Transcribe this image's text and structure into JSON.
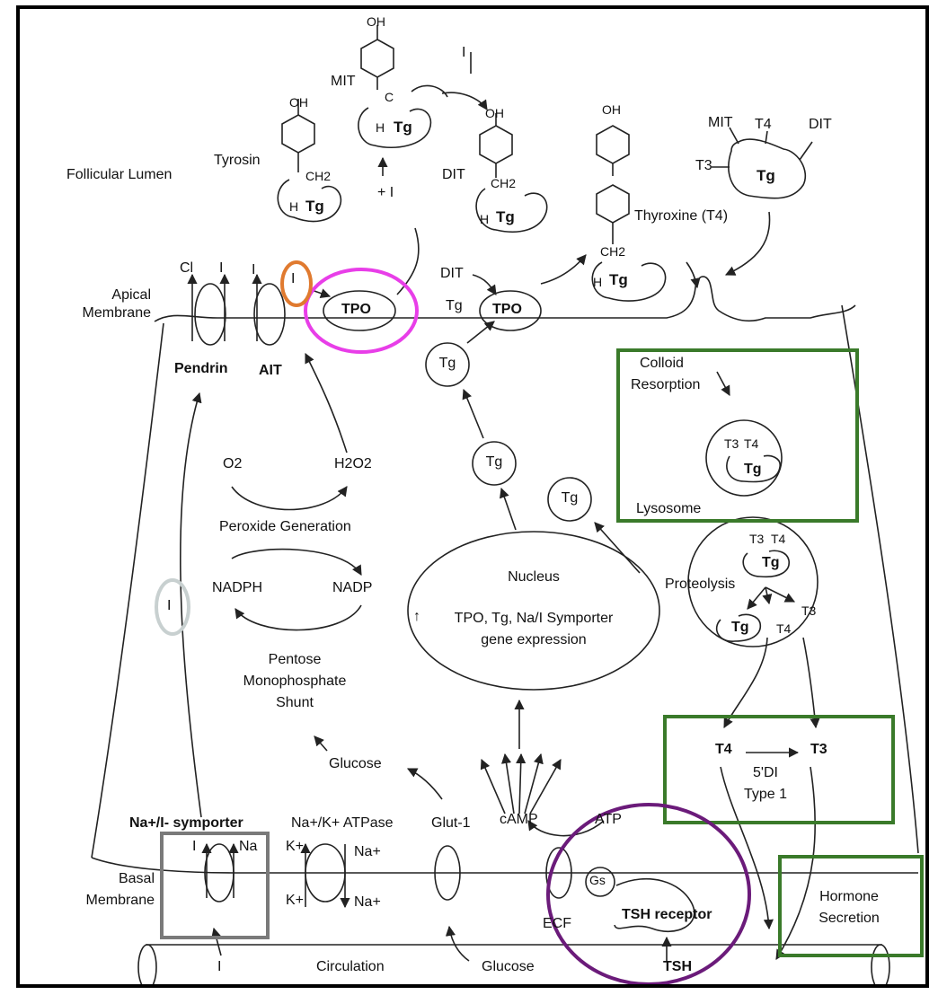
{
  "lumen": {
    "title": "Follicular Lumen",
    "tyrosin": "Tyrosin",
    "mit": "MIT",
    "dit": "DIT",
    "dit_tg": "DIT",
    "tg_small": "Tg",
    "thyroxine": "Thyroxine (T4)",
    "plus_i": "+ I",
    "iodide_top": "I",
    "tg": "Tg",
    "oh": "OH",
    "ch2": "CH2",
    "h": "H",
    "c": "C",
    "i": "I"
  },
  "top_right": {
    "mit": "MIT",
    "t4": "T4",
    "dit": "DIT",
    "t3": "T3",
    "tg": "Tg"
  },
  "apical": {
    "label_line1": "Apical",
    "label_line2": "Membrane",
    "cl": "Cl",
    "i1": "I",
    "i2": "I",
    "i_orange": "I",
    "tpo1": "TPO",
    "tpo2": "TPO",
    "pendrin": "Pendrin",
    "ait": "AIT"
  },
  "cell": {
    "tg1": "Tg",
    "tg2": "Tg",
    "tg3": "Tg",
    "o2": "O2",
    "h2o2": "H2O2",
    "peroxide": "Peroxide Generation",
    "nadph": "NADPH",
    "nadp": "NADP",
    "pentose1": "Pentose",
    "pentose2": "Monophosphate",
    "pentose3": "Shunt",
    "glucose": "Glucose",
    "i_gray": "I",
    "nucleus": "Nucleus",
    "nucleus_text1": "TPO, Tg, Na/I Symporter",
    "nucleus_text2": "gene expression",
    "colloid1": "Colloid",
    "colloid2": "Resorption",
    "lysosome": "Lysosome",
    "lys_t3": "T3",
    "lys_t4": "T4",
    "lys_tg": "Tg",
    "proteolysis": "Proteolysis",
    "prot_t3": "T3",
    "prot_t4": "T4",
    "prot_tg": "Tg",
    "prot_t4b": "T4",
    "prot_t3b": "T3",
    "prot_tgb": "Tg",
    "deiod_t4": "T4",
    "deiod_t3": "T3",
    "deiod_name1": "5'DI",
    "deiod_name2": "Type 1"
  },
  "basal": {
    "label_line1": "Basal",
    "label_line2": "Membrane",
    "symporter": "Na+/I- symporter",
    "atpase": "Na+/K+ ATPase",
    "glut": "Glut-1",
    "camp": "cAMP",
    "atp": "ATP",
    "sym_i": "I",
    "sym_na": "Na",
    "k_in": "K+",
    "na_out": "Na+",
    "k_out": "K+",
    "na_in": "Na+",
    "gs": "Gs",
    "ecf": "ECF",
    "tsh_receptor": "TSH receptor",
    "hormone1": "Hormone",
    "hormone2": "Secretion"
  },
  "circulation": {
    "i": "I",
    "label": "Circulation",
    "glucose": "Glucose",
    "tsh": "TSH"
  },
  "colors": {
    "ink": "#222222",
    "magenta": "#e83ee8",
    "orange": "#e07a2f",
    "green": "#3a7a2a",
    "purple": "#6b1b7a",
    "gray_box": "#7a7a7a",
    "light_gray": "#c8d0d0"
  }
}
